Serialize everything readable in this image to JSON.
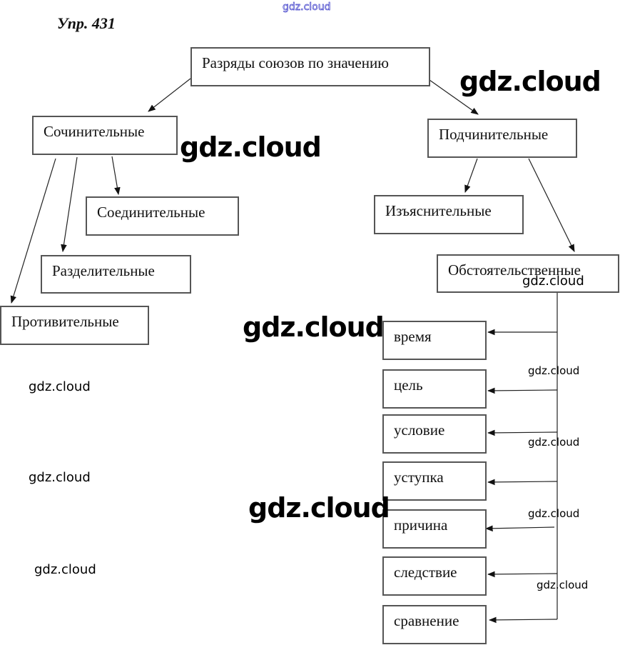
{
  "title": "Упр. 431",
  "watermark": "gdz.cloud",
  "diagram": {
    "root": "Разряды союзов по значению",
    "coordinating": {
      "label": "Сочинительные",
      "children": [
        "Соединительные",
        "Разделительные",
        "Противительные"
      ]
    },
    "subordinating": {
      "label": "Подчинительные",
      "children": {
        "explanatory": "Изъяснительные",
        "adverbial": {
          "label": "Обстоятельственные",
          "children": [
            "время",
            "цель",
            "условие",
            "уступка",
            "причина",
            "следствие",
            "сравнение"
          ]
        }
      }
    }
  }
}
